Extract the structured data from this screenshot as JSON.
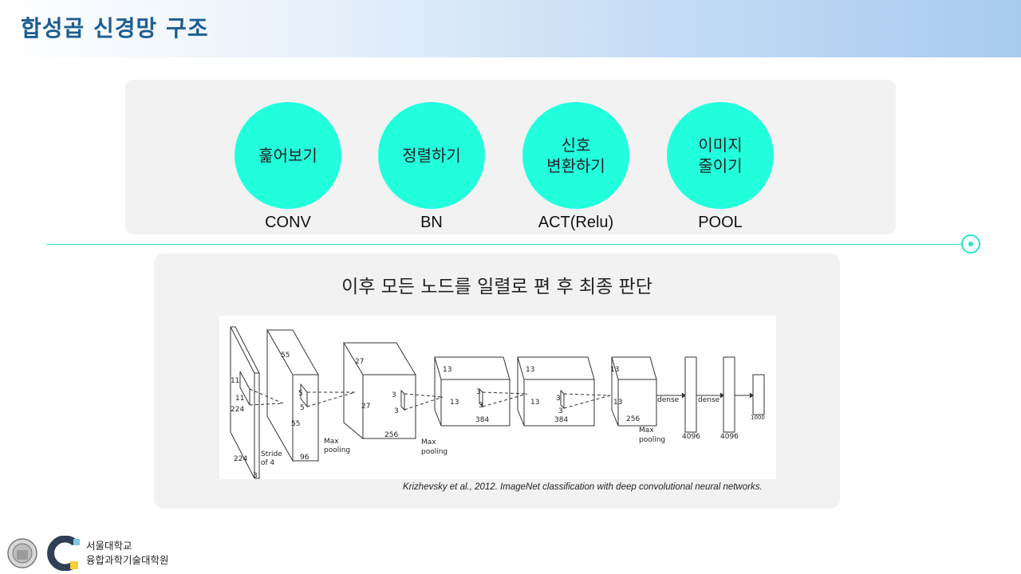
{
  "header": {
    "title": "합성곱 신경망 구조"
  },
  "steps": [
    {
      "circle_text": "훑어보기",
      "label": "CONV"
    },
    {
      "circle_text": "정렬하기",
      "label": "BN"
    },
    {
      "circle_text": "신호\n변환하기",
      "label": "ACT(Relu)"
    },
    {
      "circle_text": "이미지\n줄이기",
      "label": "POOL"
    }
  ],
  "bottom": {
    "subtitle": "이후 모든 노드를 일렬로 편 후 최종 판단",
    "citation": "Krizhevsky et al., 2012. ImageNet classification with deep convolutional neural networks."
  },
  "figure_labels": {
    "input_11a": "11",
    "input_11b": "11",
    "input_224a": "224",
    "input_224b": "224",
    "input_3": "3",
    "stride": "Stride",
    "stride2": "of 4",
    "c1_55a": "55",
    "c1_55b": "55",
    "c1_5a": "5",
    "c1_5b": "5",
    "c1_96": "96",
    "maxpool1a": "Max",
    "maxpool1b": "pooling",
    "c2_27a": "27",
    "c2_27b": "27",
    "c2_3a": "3",
    "c2_3b": "3",
    "c2_256": "256",
    "maxpool2a": "Max",
    "maxpool2b": "pooling",
    "c3_13a": "13",
    "c3_13b": "13",
    "c3_3a": "3",
    "c3_3b": "3",
    "c3_384": "384",
    "c4_13a": "13",
    "c4_13b": "13",
    "c4_3a": "3",
    "c4_3b": "3",
    "c4_384": "384",
    "c5_13a": "13",
    "c5_13b": "13",
    "c5_256": "256",
    "maxpool3a": "Max",
    "maxpool3b": "pooling",
    "dense1": "dense",
    "dense2": "dense",
    "fc1": "4096",
    "fc2": "4096",
    "fc3": "1000"
  },
  "footer": {
    "line1": "서울대학교",
    "line2": "융합과학기술대학원"
  },
  "colors": {
    "accent": "#22ffdd",
    "title": "#1c5e93",
    "panel": "#f2f2f2"
  }
}
